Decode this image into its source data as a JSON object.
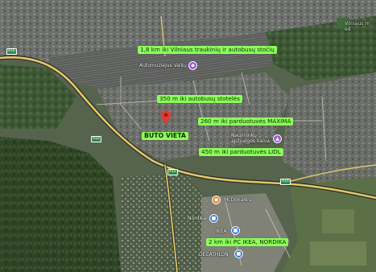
{
  "labels": {
    "train_station": "1,8 km iki Vilniaus traukinių ir autobusų stočių",
    "bus_stop": "350 m iki autobusų stotelės",
    "maxima": "260 m iki parduotuvės MAXIMA",
    "site": "BUTO VIETA",
    "lidl": "450 m iki parduotuvės LIDL",
    "ikea": "2 km iki PC IKEA, NORDIKA"
  },
  "pois": {
    "automuseum": "Automuziejus Vaikų",
    "observation_line1": "Naujininkų",
    "observation_line2": "apžvalgos kalva",
    "mcdonalds": "McDonald's",
    "nordika": "Nordika",
    "ikea": "IKEA",
    "decathlon": "DECATHLON",
    "top_right_line1": "Vilniaus m",
    "top_right_line2": "ed"
  },
  "road_shields": {
    "a": "A16",
    "b": "A16",
    "c": "A16",
    "d": "A16"
  },
  "colors": {
    "label_bg": "#8cff5a",
    "pin_red": "#e23a2e",
    "poi_purple": "#a05ad6",
    "poi_blue": "#3a7ad8",
    "poi_orange": "#e8822a",
    "road_yellow": "#e2c96a"
  }
}
